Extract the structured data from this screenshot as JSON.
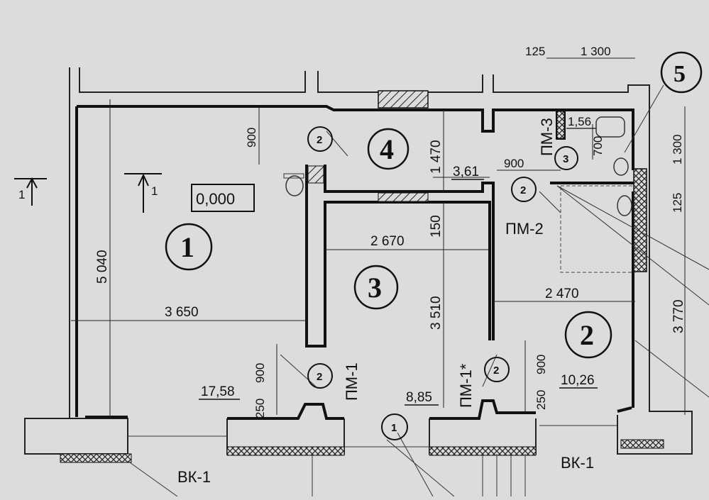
{
  "plan": {
    "level_mark": "0,000",
    "section_marker": "1",
    "rooms": [
      {
        "number": "1",
        "area": "17,58"
      },
      {
        "number": "2",
        "area": "10,26"
      },
      {
        "number": "3",
        "area": "8,85"
      },
      {
        "number": "4",
        "area": "3,61"
      },
      {
        "number": "5",
        "area": "1,56"
      }
    ],
    "dims": {
      "d125_top": "125",
      "d1300_top": "1 300",
      "d900_a": "900",
      "d5040": "5 040",
      "d3650": "3 650",
      "d1470": "1 470",
      "d900_b": "900",
      "d700": "700",
      "d150": "150",
      "d2670": "2 670",
      "d3510": "3 510",
      "d2470": "2 470",
      "d1300_right": "1 300",
      "d125_right": "125",
      "d3770": "3 770",
      "d900_c": "900",
      "d250_a": "250",
      "d900_d": "900",
      "d250_b": "250"
    },
    "markers": {
      "m2": "2",
      "m3": "3",
      "m1": "1",
      "m5": "5"
    },
    "openings": {
      "pm1": "ПМ-1",
      "pm1s": "ПМ-1*",
      "pm2": "ПМ-2",
      "pm3": "ПМ-3",
      "vk1": "ВК-1",
      "vk1b": "ВК-1"
    }
  }
}
